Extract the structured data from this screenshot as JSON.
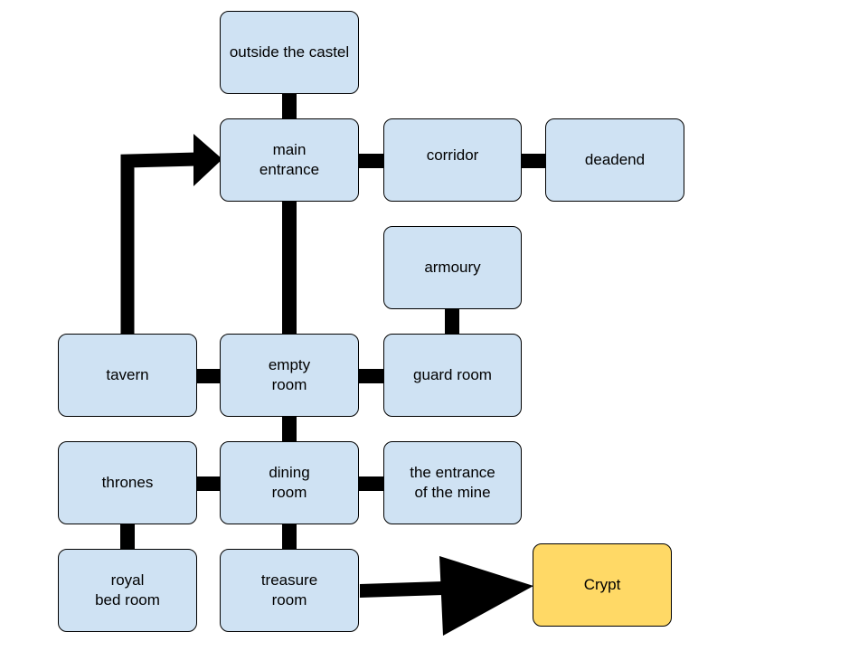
{
  "colors": {
    "room_fill": "#cfe2f3",
    "crypt_fill": "#ffd966",
    "connector": "#000000",
    "background": "#ffffff"
  },
  "rooms": {
    "outside": "outside the castel",
    "main_entrance": "main\nentrance",
    "corridor": "corridor",
    "deadend": "deadend",
    "armoury": "armoury",
    "tavern": "tavern",
    "empty_room": "empty\nroom",
    "guard_room": "guard room",
    "thrones": "thrones",
    "dining_room": "dining\nroom",
    "mine_entrance": "the entrance\nof the mine",
    "royal_bed_room": "royal\nbed room",
    "treasure_room": "treasure\nroom",
    "crypt": "Crypt"
  },
  "connections": [
    [
      "outside",
      "main_entrance"
    ],
    [
      "main_entrance",
      "corridor"
    ],
    [
      "corridor",
      "deadend"
    ],
    [
      "main_entrance",
      "empty_room"
    ],
    [
      "armoury",
      "guard_room"
    ],
    [
      "tavern",
      "empty_room"
    ],
    [
      "empty_room",
      "guard_room"
    ],
    [
      "empty_room",
      "dining_room"
    ],
    [
      "thrones",
      "dining_room"
    ],
    [
      "dining_room",
      "mine_entrance"
    ],
    [
      "thrones",
      "royal_bed_room"
    ],
    [
      "dining_room",
      "treasure_room"
    ]
  ],
  "arrows": [
    {
      "from": "tavern",
      "to": "main_entrance"
    },
    {
      "from": "treasure_room",
      "to": "crypt"
    }
  ]
}
